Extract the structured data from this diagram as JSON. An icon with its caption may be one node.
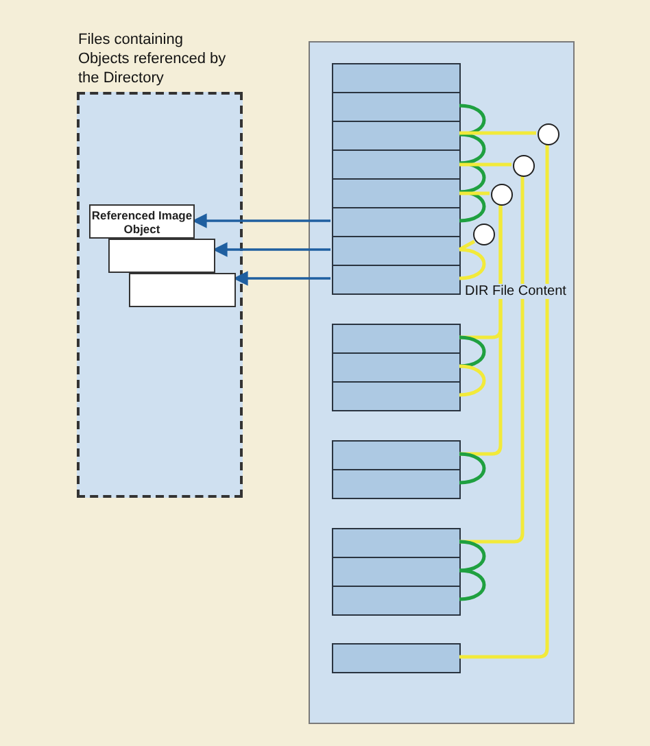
{
  "diagram": {
    "nodes": [
      {
        "text": [
          "Files containing Objects referenced by the Directory"
        ]
      },
      {
        "text": [
          "Referenced Image Object"
        ],
        "in": 0
      },
      {
        "text": [],
        "shape": "box",
        "in": 0
      },
      {
        "text": [],
        "shape": "box",
        "in": 0
      },
      {
        "text": [
          "DIR File Content"
        ]
      },
      {
        "text": [],
        "shape": "box",
        "in": 4
      },
      {
        "text": [],
        "shape": "box",
        "in": 4
      },
      {
        "text": [],
        "shape": "box",
        "in": 4
      },
      {
        "text": [],
        "shape": "box",
        "in": 4
      },
      {
        "text": [],
        "shape": "box",
        "in": 4
      },
      {
        "text": [],
        "shape": "box",
        "in": 4
      },
      {
        "text": [],
        "shape": "box",
        "in": 4
      },
      {
        "text": [],
        "shape": "box",
        "in": 4
      },
      {
        "text": [],
        "shape": "box",
        "in": 4
      },
      {
        "text": [],
        "shape": "box",
        "in": 4
      },
      {
        "text": [],
        "shape": "box",
        "in": 4
      },
      {
        "text": [],
        "shape": "box",
        "in": 4
      },
      {
        "text": [],
        "shape": "box",
        "in": 4
      },
      {
        "text": [],
        "shape": "box",
        "in": 4
      },
      {
        "text": [],
        "shape": "box",
        "in": 4
      },
      {
        "text": [],
        "shape": "box",
        "in": 4
      },
      {
        "text": [],
        "shape": "box",
        "in": 4
      },
      {
        "text": [],
        "shape": "circle",
        "in": 4
      },
      {
        "text": [],
        "shape": "circle",
        "in": 4
      },
      {
        "text": [],
        "shape": "circle",
        "in": 4
      },
      {
        "text": [],
        "shape": "circle",
        "in": 4
      }
    ],
    "edges": [
      {
        "from": 10,
        "to": 1,
        "arrow": "to",
        "color": "#1f5fa0"
      },
      {
        "from": 11,
        "to": 2,
        "arrow": "to",
        "color": "#1f5fa0"
      },
      {
        "from": 12,
        "to": 3,
        "arrow": "to",
        "color": "#1f5fa0"
      },
      {
        "from": 6,
        "to": 7,
        "arrow": "none",
        "color": "#1fa040"
      },
      {
        "from": 7,
        "to": 8,
        "arrow": "none",
        "color": "#1fa040"
      },
      {
        "from": 8,
        "to": 9,
        "arrow": "none",
        "color": "#1fa040"
      },
      {
        "from": 9,
        "to": 10,
        "arrow": "none",
        "color": "#1fa040"
      },
      {
        "from": 7,
        "to": 22,
        "arrow": "none"
      },
      {
        "from": 22,
        "to": 21,
        "arrow": "none"
      },
      {
        "from": 8,
        "to": 23,
        "arrow": "none"
      },
      {
        "from": 23,
        "to": 18,
        "arrow": "none"
      },
      {
        "from": 9,
        "to": 24,
        "arrow": "none"
      },
      {
        "from": 24,
        "to": 13,
        "arrow": "none"
      },
      {
        "from": 24,
        "to": 16,
        "arrow": "none"
      },
      {
        "from": 25,
        "to": 11,
        "arrow": "none"
      },
      {
        "from": 11,
        "to": 12,
        "arrow": "none"
      },
      {
        "from": 13,
        "to": 14,
        "arrow": "none",
        "color": "#1fa040"
      },
      {
        "from": 14,
        "to": 15,
        "arrow": "none"
      },
      {
        "from": 16,
        "to": 17,
        "arrow": "none",
        "color": "#1fa040"
      },
      {
        "from": 18,
        "to": 19,
        "arrow": "none",
        "color": "#1fa040"
      },
      {
        "from": 19,
        "to": 20,
        "arrow": "none",
        "color": "#1fa040"
      }
    ]
  }
}
